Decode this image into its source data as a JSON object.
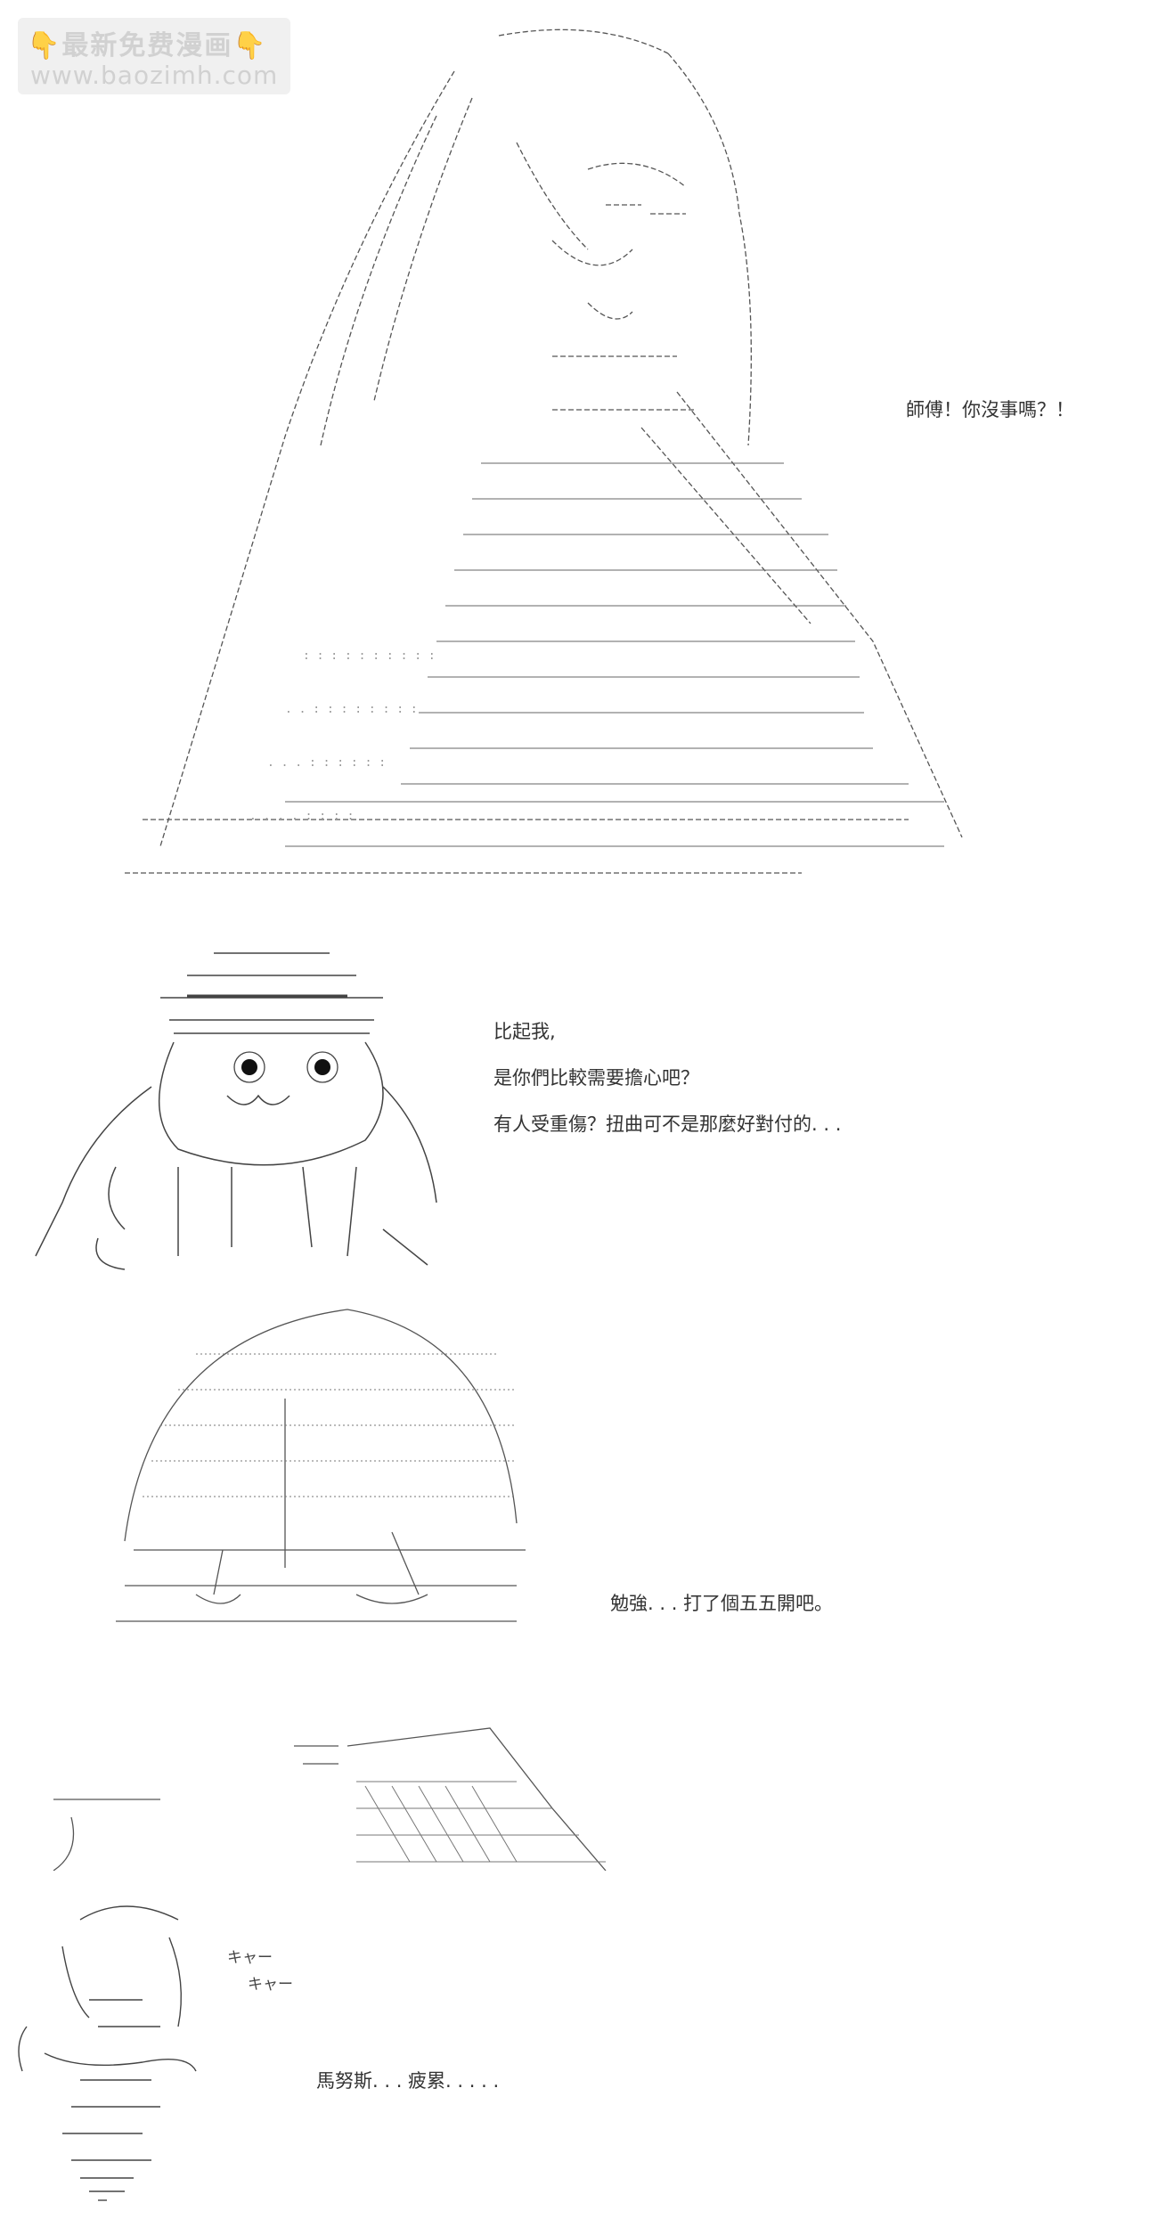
{
  "watermark": {
    "line1": "最新免费漫画",
    "line2": "www.baozimh.com",
    "hand_left": "👇",
    "hand_right": "👇"
  },
  "panels": [
    {
      "id": "panel-1",
      "lines": [
        "師傅！你沒事嗎？！"
      ]
    },
    {
      "id": "panel-2",
      "lines": [
        "比起我,",
        "是你們比較需要擔心吧？",
        "有人受重傷？扭曲可不是那麼好對付的. . ."
      ]
    },
    {
      "id": "panel-3",
      "lines": [
        "勉強. . . 打了個五五開吧。"
      ]
    },
    {
      "id": "panel-4",
      "lines": [
        "馬努斯. . . 疲累. . . . ."
      ],
      "sfx": [
        "キャー",
        "キャー"
      ]
    }
  ]
}
